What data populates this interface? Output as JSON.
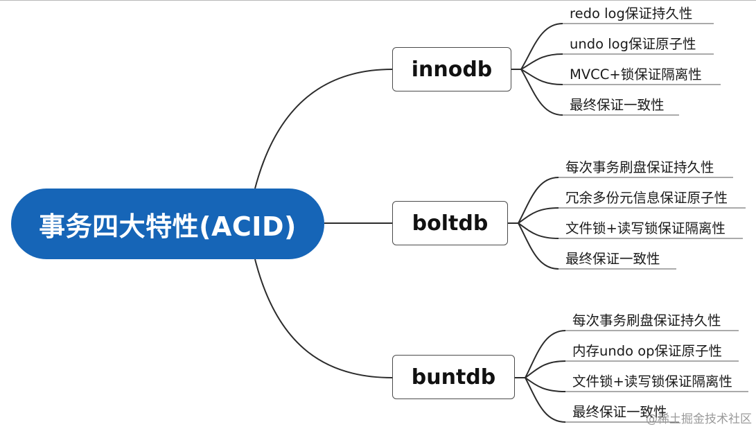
{
  "root": {
    "label": "事务四大特性(ACID)",
    "color": "#1665b7"
  },
  "branches": [
    {
      "label": "innodb",
      "leaves": [
        "redo log保证持久性",
        "undo log保证原子性",
        "MVCC+锁保证隔离性",
        "最终保证一致性"
      ]
    },
    {
      "label": "boltdb",
      "leaves": [
        "每次事务刷盘保证持久性",
        "冗余多份元信息保证原子性",
        "文件锁+读写锁保证隔离性",
        "最终保证一致性"
      ]
    },
    {
      "label": "buntdb",
      "leaves": [
        "每次事务刷盘保证持久性",
        "内存undo op保证原子性",
        "文件锁+读写锁保证隔离性",
        "最终保证一致性"
      ]
    }
  ],
  "watermark": "@稀土掘金技术社区"
}
